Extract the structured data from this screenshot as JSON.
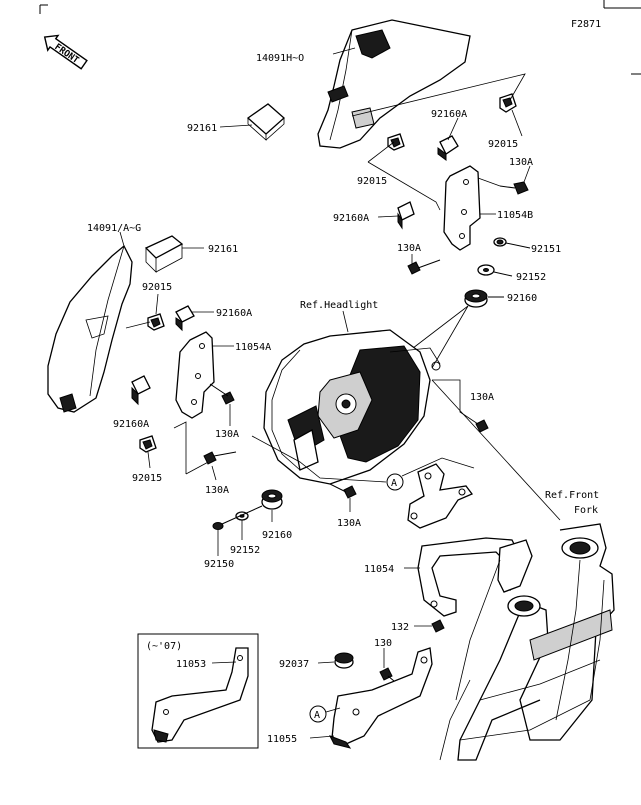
{
  "figure_code": "F2871",
  "front_label": "FRONT",
  "ref_headlight": "Ref.Headlight",
  "ref_front_fork_line1": "Ref.Front",
  "ref_front_fork_line2": "Fork",
  "inset_label": "(~'07)",
  "callout_a": "A",
  "parts": {
    "p14091h": "14091H~O",
    "p92161_top": "92161",
    "p92160a_top": "92160A",
    "p92015_top_right": "92015",
    "p130a_top": "130A",
    "p92015_top_mid": "92015",
    "p11054b": "11054B",
    "p92160a_mid": "92160A",
    "p130a_mid": "130A",
    "p92151": "92151",
    "p14091a": "14091/A~G",
    "p92161_left": "92161",
    "p92152_right": "92152",
    "p92015_left": "92015",
    "p92160_right": "92160",
    "p92160a_left": "92160A",
    "p11054a": "11054A",
    "p130a_right": "130A",
    "p92160a_lower": "92160A",
    "p130a_left": "130A",
    "p92015_lower": "92015",
    "p130a_left2": "130A",
    "p130a_center": "130A",
    "p92160_low": "92160",
    "p92152_low": "92152",
    "p92150": "92150",
    "p11054": "11054",
    "p132": "132",
    "p130": "130",
    "p92037": "92037",
    "p11053": "11053",
    "p11055": "11055"
  }
}
